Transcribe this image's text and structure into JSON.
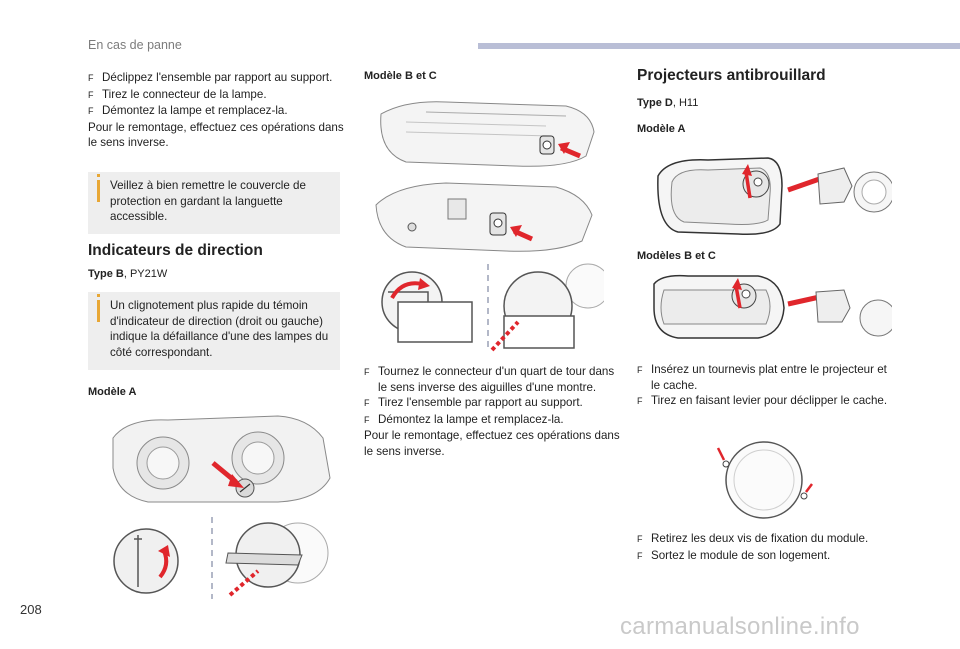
{
  "header": {
    "section": "En cas de panne",
    "accent_color": "#b9bed6"
  },
  "col1": {
    "bullets": [
      "Déclippez l'ensemble par rapport au support.",
      "Tirez le connecteur de la lampe.",
      "Démontez la lampe et remplacez-la."
    ],
    "plain": "Pour le remontage, effectuez ces opérations dans le sens inverse.",
    "note1": "Veillez à bien remettre le couvercle de protection en gardant la languette accessible.",
    "heading": "Indicateurs de direction",
    "type_label": "Type B",
    "type_value": ", PY21W",
    "note2": "Un clignotement plus rapide du témoin d'indicateur de direction (droit ou gauche) indique la défaillance d'une des lampes du côté correspondant.",
    "model_label": "Modèle A"
  },
  "col2": {
    "model_label": "Modèle B et C",
    "bullets": [
      "Tournez le connecteur d'un quart de tour dans le sens inverse des aiguilles d'une montre.",
      "Tirez l'ensemble par rapport au support.",
      "Démontez la lampe et remplacez-la."
    ],
    "plain": "Pour le remontage, effectuez ces opérations dans le sens inverse."
  },
  "col3": {
    "heading": "Projecteurs antibrouillard",
    "type_label": "Type D",
    "type_value": ", H11",
    "model_a": "Modèle A",
    "model_bc": "Modèles B et C",
    "bullets1": [
      "Insérez un tournevis plat entre le projecteur et le cache.",
      "Tirez en faisant levier pour déclipper le cache."
    ],
    "bullets2": [
      "Retirez les deux vis de fixation du module.",
      "Sortez le module de son logement."
    ]
  },
  "bullet_marker": "F",
  "footer": {
    "page_number": "208",
    "watermark": "carmanualsonline.info"
  },
  "colors": {
    "arrow_red": "#e0262c",
    "note_bg": "#eeeeee",
    "note_accent": "#e8a735"
  }
}
